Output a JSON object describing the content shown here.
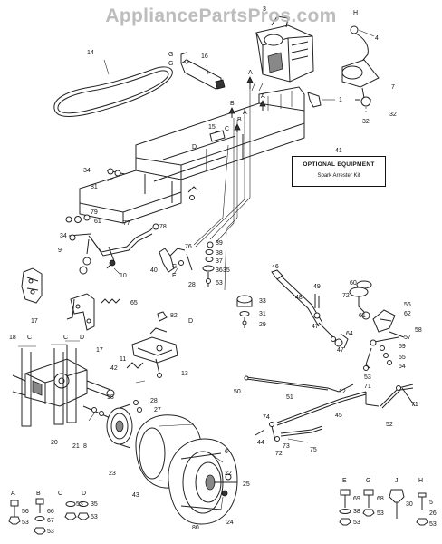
{
  "watermark": "AppliancePartsPros.com",
  "optional_box": {
    "number": "41",
    "title": "OPTIONAL EQUIPMENT",
    "item": "Spark Arrester Kit"
  },
  "callouts": {
    "engine": "3",
    "hub_h": "H",
    "clip_4": "4",
    "muffler": "7",
    "shield_1": "1",
    "j_32": "32",
    "belt": "14",
    "bracket_15": "15",
    "g_top": "G",
    "g_top2": "G",
    "bracket_16": "16",
    "arrow_a": "A",
    "arrow_b": "B",
    "arrow_a2": "A",
    "arrow_a3": "A",
    "arrow_b2": "B",
    "c_top": "C",
    "d_top": "D",
    "n34a": "34",
    "n81": "81",
    "n79": "79",
    "n61": "61",
    "n34b": "34",
    "n77": "77",
    "n78": "78",
    "n9": "9",
    "n10": "10",
    "n76": "76",
    "n39": "39",
    "n38": "38",
    "n37": "37",
    "n36": "36",
    "n40": "40",
    "g_mid": "G",
    "e_mid": "E",
    "n35": "35",
    "n63": "63",
    "n28a": "28",
    "n17a": "17",
    "n17b": "17",
    "n65": "65",
    "n82": "82",
    "n11": "11",
    "n42": "42",
    "n13": "13",
    "d_mid": "D",
    "n18a": "18",
    "n18b": "18",
    "n20": "20",
    "n21": "21",
    "n8": "8",
    "n23": "23",
    "n28b": "28",
    "n27": "27",
    "n43": "43",
    "n6": "6",
    "n22": "22",
    "n25": "25",
    "n80": "80",
    "n24": "24",
    "n46": "46",
    "n48": "48",
    "n49": "49",
    "n33": "33",
    "n31": "31",
    "n29": "29",
    "n47": "47",
    "n64": "64",
    "n60": "60",
    "n72a": "72",
    "n61b": "61",
    "n56": "56",
    "n62": "62",
    "n57": "57",
    "n58": "58",
    "n59": "59",
    "n55": "55",
    "n54": "54",
    "n53": "53",
    "n50": "50",
    "n51": "51",
    "n12": "12",
    "n71a": "71",
    "n71b": "71",
    "n45": "45",
    "n52": "52",
    "n74": "74",
    "n73": "73",
    "n72b": "72",
    "n44": "44",
    "n75": "75",
    "n8b": "8",
    "n8c": "8",
    "lc_c": "C",
    "lc_c2": "C",
    "lc_d": "D",
    "ka": "A",
    "kb": "B",
    "kc": "C",
    "kd": "D",
    "ke": "E",
    "kg": "G",
    "kj": "J",
    "kh": "H",
    "k56": "56",
    "k66": "66",
    "k67": "67",
    "k53a": "53",
    "k53b": "53",
    "k53c": "53",
    "k35": "35",
    "k53d": "53",
    "k69": "69",
    "k38": "38",
    "k53e": "53",
    "k68": "68",
    "k53f": "53",
    "k30": "30",
    "k5": "5",
    "k26": "26",
    "k53g": "53"
  }
}
